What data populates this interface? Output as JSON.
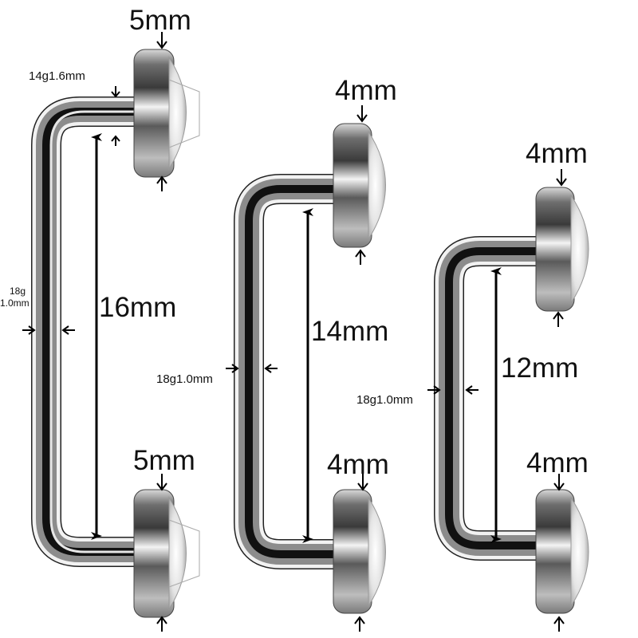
{
  "figure": {
    "subject": "Surface barbell piercing size chart",
    "colors": {
      "background": "#ffffff",
      "steel_light": "#f2f2f2",
      "steel_dark": "#1a1a1a",
      "annotation": "#111111"
    }
  },
  "items": [
    {
      "length_label": "16mm",
      "top_top_label": "5mm",
      "bottom_top_label": "5mm",
      "bar_gauge_top_label": "14g1.6mm",
      "post_gauge_label_line1": "18g",
      "post_gauge_label_line2": "1.0mm"
    },
    {
      "length_label": "14mm",
      "top_top_label": "4mm",
      "bottom_top_label": "4mm",
      "post_gauge_label": "18g1.0mm"
    },
    {
      "length_label": "12mm",
      "top_top_label": "4mm",
      "bottom_top_label": "4mm",
      "post_gauge_label": "18g1.0mm"
    }
  ]
}
